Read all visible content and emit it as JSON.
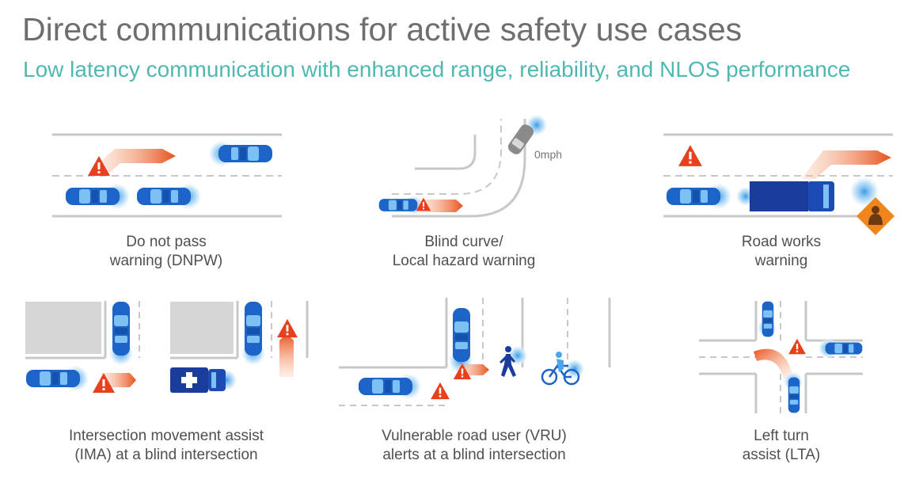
{
  "title": "Direct communications for active safety use cases",
  "subtitle": "Low latency communication with enhanced range, reliability, and NLOS performance",
  "scenes": {
    "dnpw": {
      "caption": [
        "Do not pass",
        "warning (DNPW)"
      ]
    },
    "blind_curve": {
      "caption": [
        "Blind curve/",
        "Local hazard warning"
      ],
      "speed_label": "0mph"
    },
    "road_works": {
      "caption": [
        "Road works",
        "warning"
      ]
    },
    "ima": {
      "caption": [
        "Intersection movement assist",
        "(IMA) at a blind intersection"
      ]
    },
    "vru": {
      "caption": [
        "Vulnerable road user (VRU)",
        "alerts at a blind intersection"
      ]
    },
    "lta": {
      "caption": [
        "Left turn",
        "assist (LTA)"
      ]
    }
  },
  "colors": {
    "car": "#1d64c8",
    "truck": "#1a3d9c",
    "warning": "#e8401c",
    "workzone": "#f0851e",
    "road": "#c8c8c8",
    "block": "#d6d6d6",
    "signal": "#c4e2f7"
  }
}
